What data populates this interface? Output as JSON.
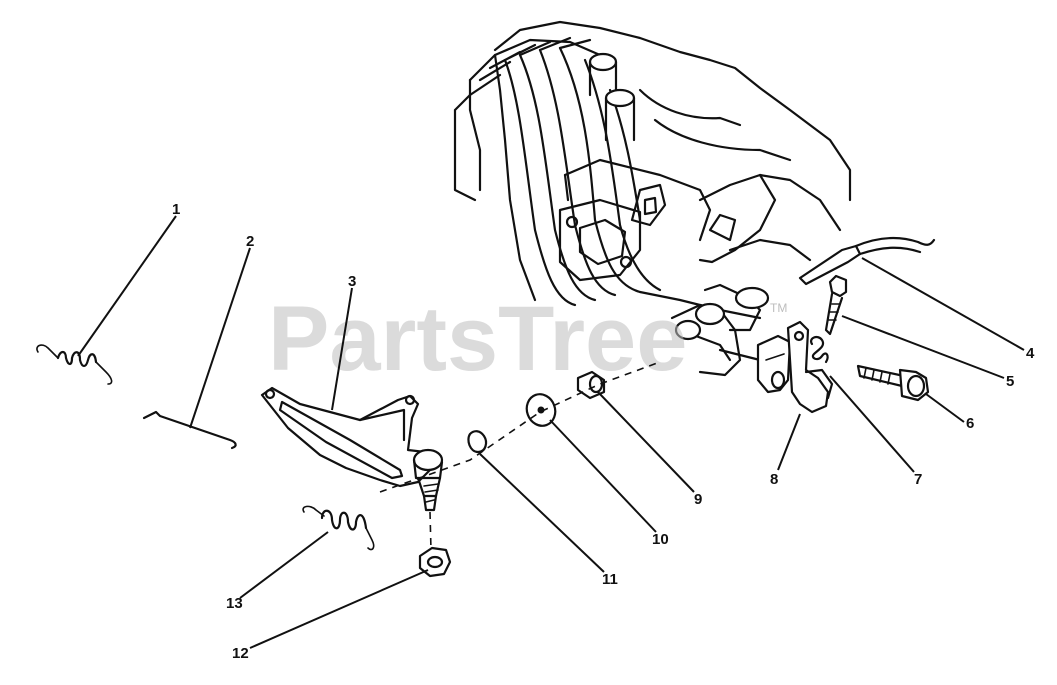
{
  "watermark": {
    "text": "PartsTree",
    "trademark": "TM"
  },
  "callouts": [
    {
      "id": "1",
      "label": "1"
    },
    {
      "id": "2",
      "label": "2"
    },
    {
      "id": "3",
      "label": "3"
    },
    {
      "id": "4",
      "label": "4"
    },
    {
      "id": "5",
      "label": "5"
    },
    {
      "id": "6",
      "label": "6"
    },
    {
      "id": "7",
      "label": "7"
    },
    {
      "id": "8",
      "label": "8"
    },
    {
      "id": "9",
      "label": "9"
    },
    {
      "id": "10",
      "label": "10"
    },
    {
      "id": "11",
      "label": "11"
    },
    {
      "id": "12",
      "label": "12"
    },
    {
      "id": "13",
      "label": "13"
    }
  ]
}
